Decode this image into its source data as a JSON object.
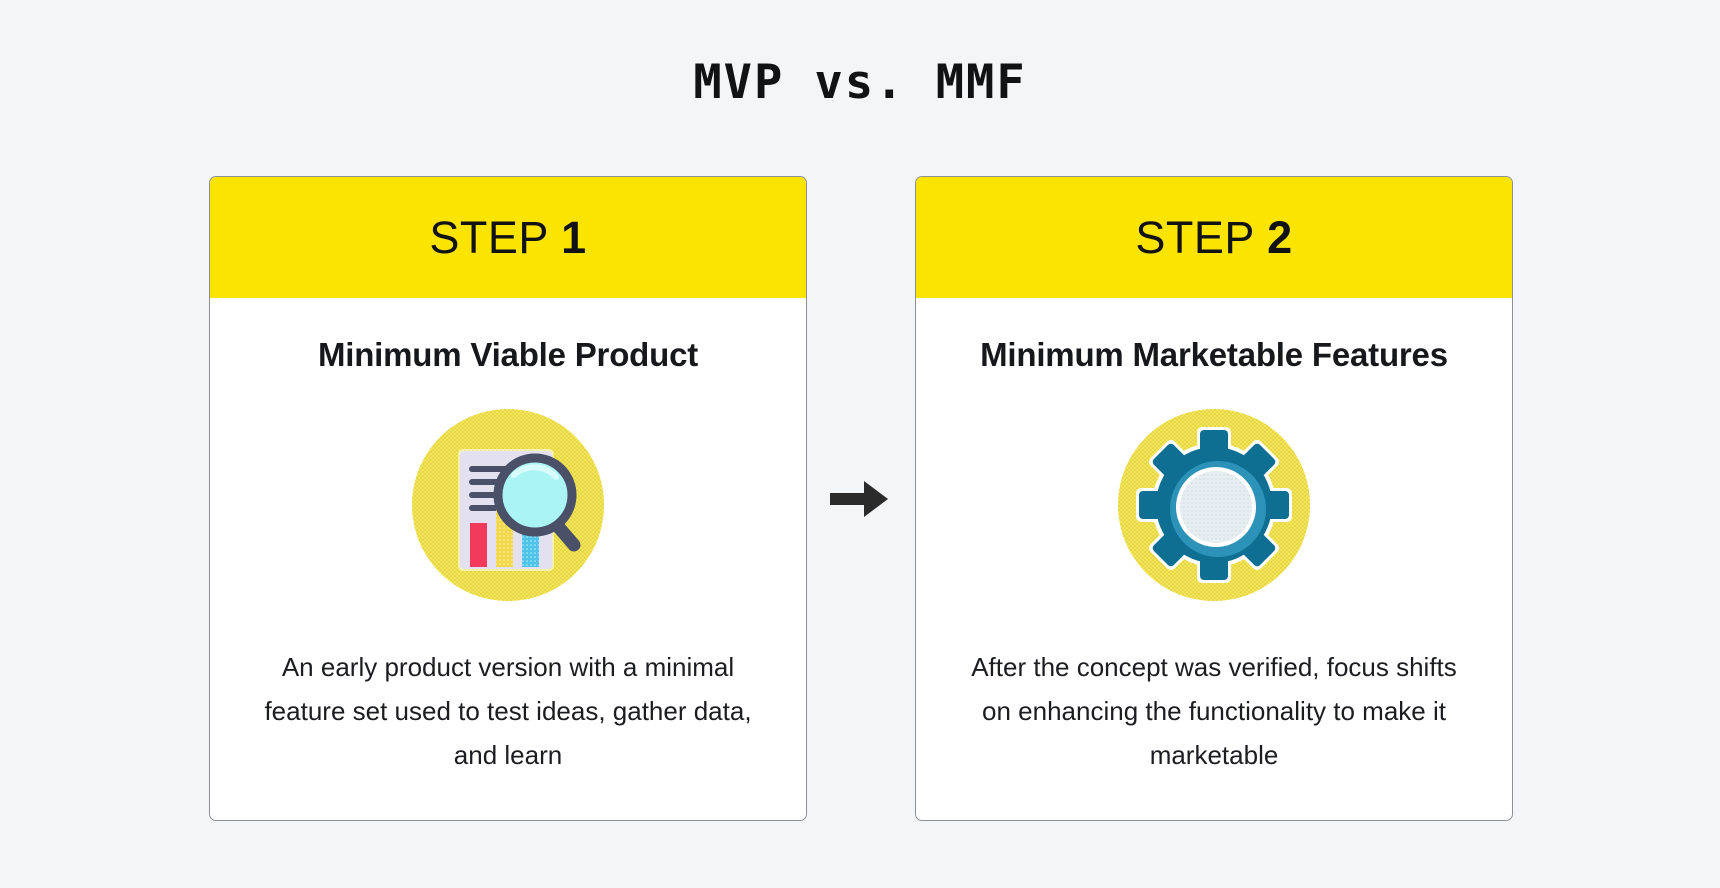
{
  "page": {
    "title": "MVP vs. MMF",
    "background_color": "#f4f5f7",
    "accent_color": "#fbe400",
    "text_color": "#17181b"
  },
  "flow": {
    "arrow_icon": "arrow-right-icon",
    "arrow_color": "#2b2b2b"
  },
  "cards": [
    {
      "step_word": "STEP",
      "step_number": "1",
      "title": "Minimum Viable Product",
      "body": "An early product version with a minimal feature set used to test ideas, gather data, and learn",
      "icon": "document-magnifier-icon",
      "icon_colors": {
        "circle": "#f2e14a",
        "paper": "#e3e1ef",
        "lens_rim": "#4a5068",
        "lens_glass": "#aaf4f4",
        "bar_red": "#f23b5c",
        "bar_yellow": "#f2d84a",
        "bar_blue": "#4fc3e8"
      }
    },
    {
      "step_word": "STEP",
      "step_number": "2",
      "title": "Minimum Marketable Features",
      "body": "After the concept was verified, focus shifts on enhancing the functionality to make it marketable",
      "icon": "gear-icon",
      "icon_colors": {
        "circle": "#f2e14a",
        "gear_outer": "#0f6f93",
        "gear_inner": "#2c92b8",
        "gear_center": "#e6eef2"
      }
    }
  ]
}
